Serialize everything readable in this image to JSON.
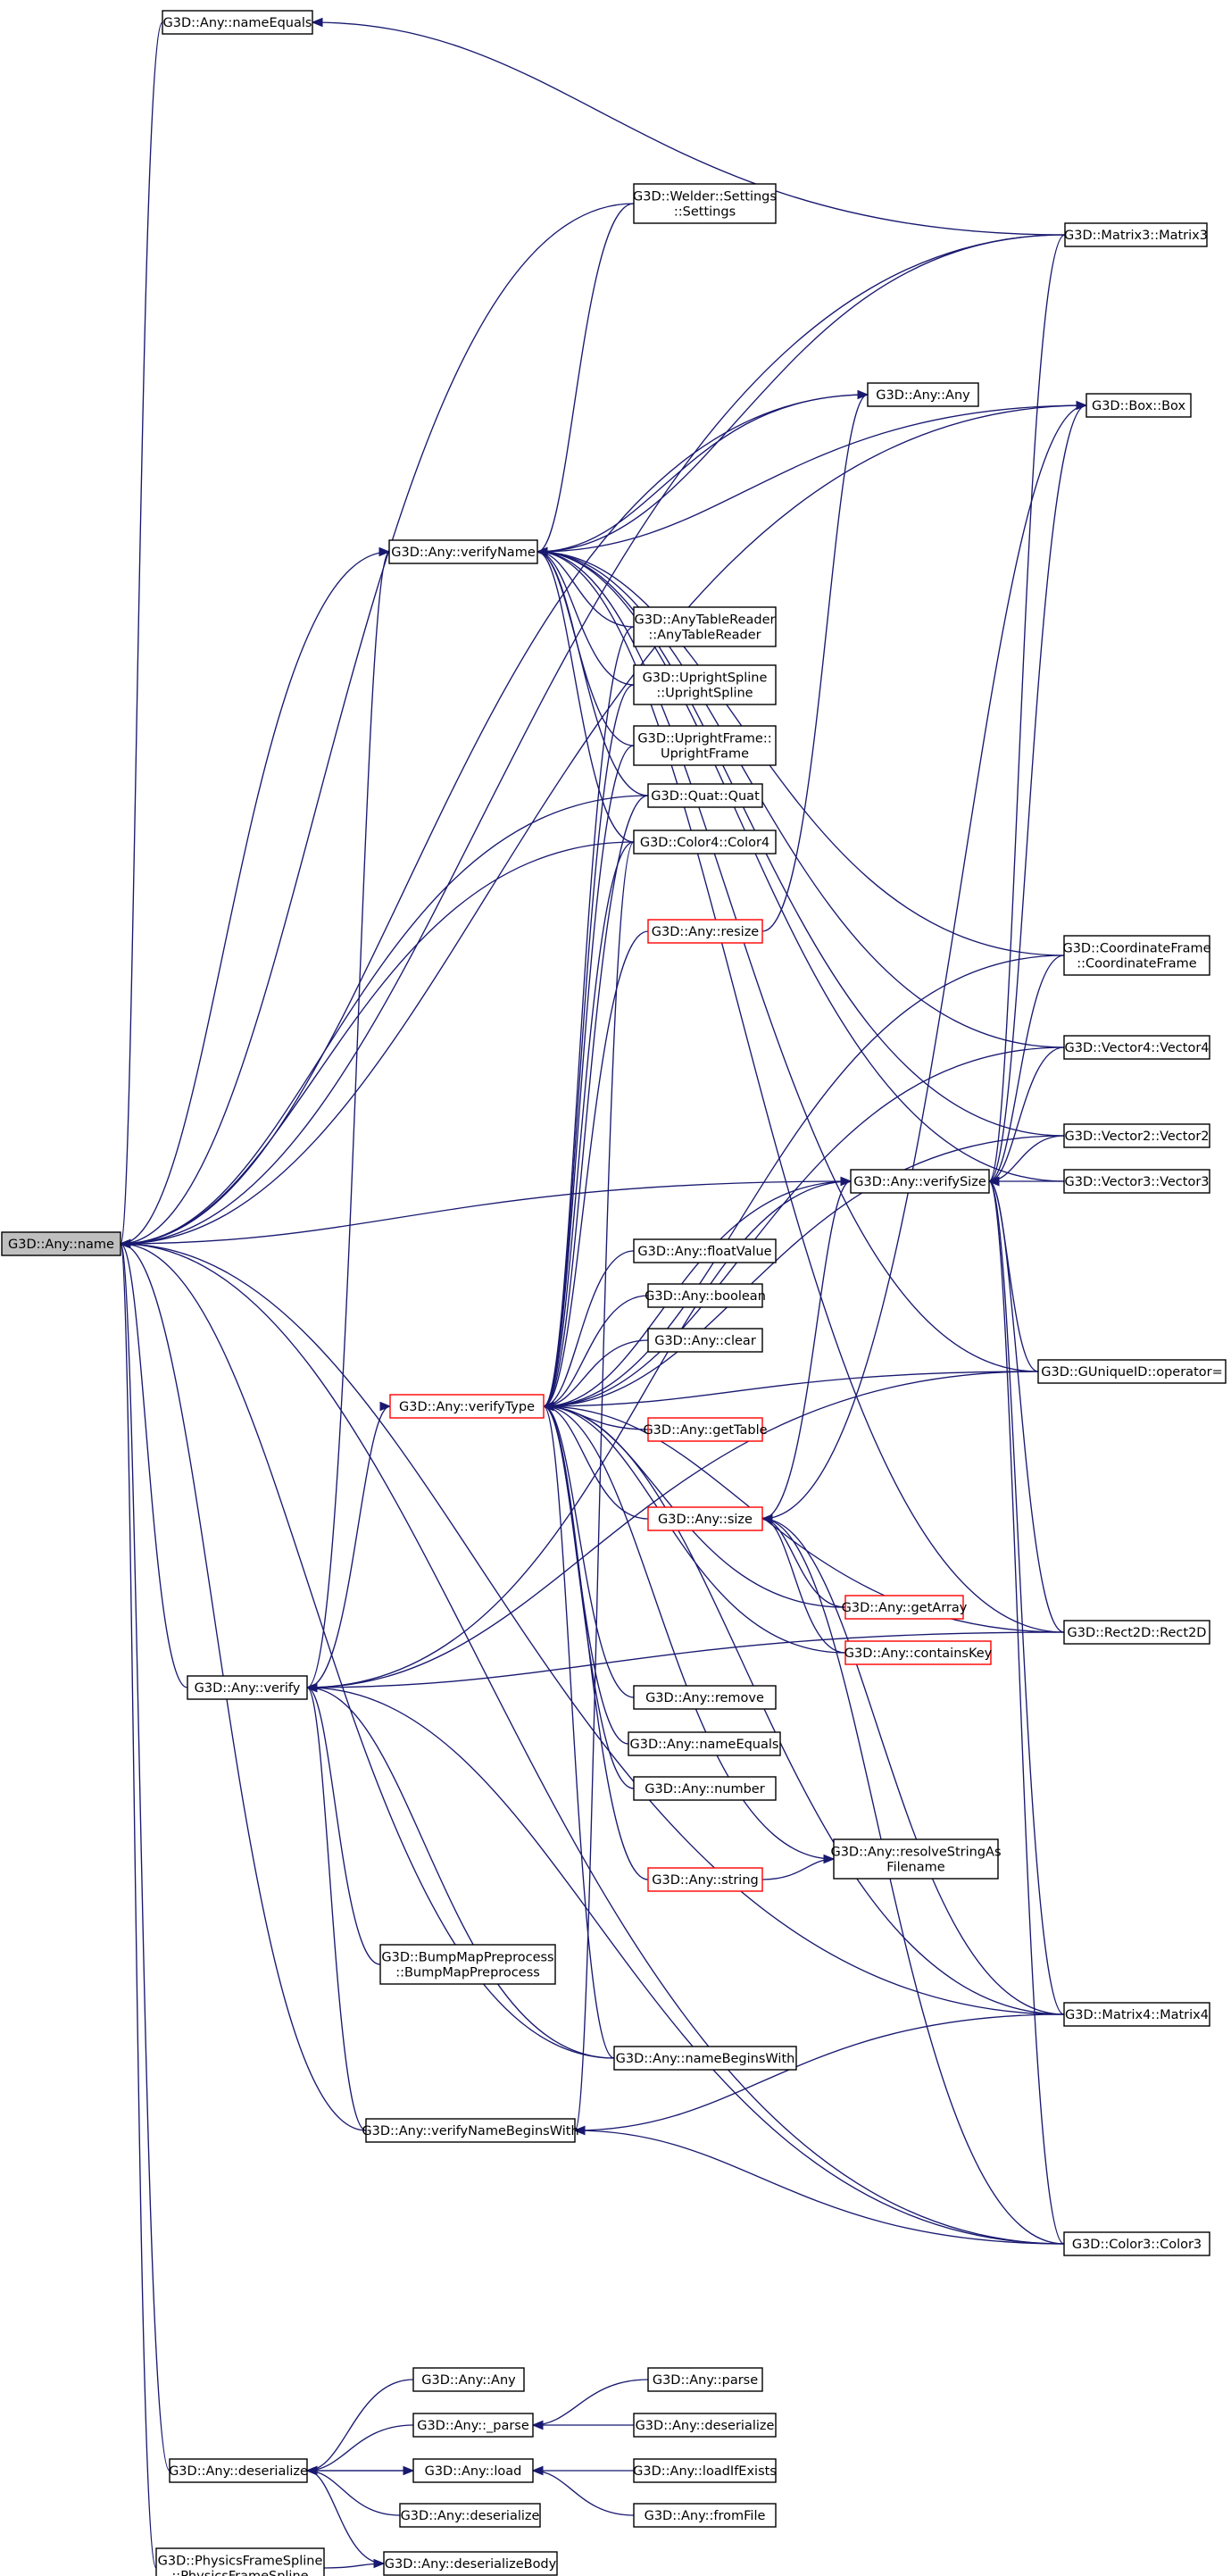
{
  "graph": {
    "edge_color": "#191970",
    "node_border_color": "#000000",
    "truncated_border_color": "#ff0000",
    "focus_fill": "#bfbfbf",
    "nodes": [
      {
        "id": "name",
        "lines": [
          "G3D::Any::name"
        ],
        "focus": true
      },
      {
        "id": "nameEquals_top",
        "lines": [
          "G3D::Any::nameEquals"
        ]
      },
      {
        "id": "welder",
        "lines": [
          "G3D::Welder::Settings",
          "::Settings"
        ]
      },
      {
        "id": "matrix3",
        "lines": [
          "G3D::Matrix3::Matrix3"
        ]
      },
      {
        "id": "anyany_top",
        "lines": [
          "G3D::Any::Any"
        ]
      },
      {
        "id": "box",
        "lines": [
          "G3D::Box::Box"
        ]
      },
      {
        "id": "verifyName",
        "lines": [
          "G3D::Any::verifyName"
        ]
      },
      {
        "id": "anyTableReader",
        "lines": [
          "G3D::AnyTableReader",
          "::AnyTableReader"
        ]
      },
      {
        "id": "uprightSpline",
        "lines": [
          "G3D::UprightSpline",
          "::UprightSpline"
        ]
      },
      {
        "id": "uprightFrame",
        "lines": [
          "G3D::UprightFrame::",
          "UprightFrame"
        ]
      },
      {
        "id": "quat",
        "lines": [
          "G3D::Quat::Quat"
        ]
      },
      {
        "id": "color4",
        "lines": [
          "G3D::Color4::Color4"
        ]
      },
      {
        "id": "resize",
        "lines": [
          "G3D::Any::resize"
        ],
        "truncated": true
      },
      {
        "id": "coordFrame",
        "lines": [
          "G3D::CoordinateFrame",
          "::CoordinateFrame"
        ]
      },
      {
        "id": "vector4",
        "lines": [
          "G3D::Vector4::Vector4"
        ]
      },
      {
        "id": "vector2",
        "lines": [
          "G3D::Vector2::Vector2"
        ]
      },
      {
        "id": "verifySize",
        "lines": [
          "G3D::Any::verifySize"
        ]
      },
      {
        "id": "vector3",
        "lines": [
          "G3D::Vector3::Vector3"
        ]
      },
      {
        "id": "floatValue",
        "lines": [
          "G3D::Any::floatValue"
        ]
      },
      {
        "id": "boolean",
        "lines": [
          "G3D::Any::boolean"
        ]
      },
      {
        "id": "clear",
        "lines": [
          "G3D::Any::clear"
        ]
      },
      {
        "id": "guniqueid",
        "lines": [
          "G3D::GUniqueID::operator="
        ]
      },
      {
        "id": "verifyType",
        "lines": [
          "G3D::Any::verifyType"
        ],
        "truncated": true
      },
      {
        "id": "getTable",
        "lines": [
          "G3D::Any::getTable"
        ],
        "truncated": true
      },
      {
        "id": "size",
        "lines": [
          "G3D::Any::size"
        ],
        "truncated": true
      },
      {
        "id": "getArray",
        "lines": [
          "G3D::Any::getArray"
        ],
        "truncated": true
      },
      {
        "id": "rect2d",
        "lines": [
          "G3D::Rect2D::Rect2D"
        ]
      },
      {
        "id": "containsKey",
        "lines": [
          "G3D::Any::containsKey"
        ],
        "truncated": true
      },
      {
        "id": "verify",
        "lines": [
          "G3D::Any::verify"
        ]
      },
      {
        "id": "remove",
        "lines": [
          "G3D::Any::remove"
        ]
      },
      {
        "id": "nameEquals_mid",
        "lines": [
          "G3D::Any::nameEquals"
        ]
      },
      {
        "id": "number",
        "lines": [
          "G3D::Any::number"
        ]
      },
      {
        "id": "resolveString",
        "lines": [
          "G3D::Any::resolveStringAs",
          "Filename"
        ]
      },
      {
        "id": "string",
        "lines": [
          "G3D::Any::string"
        ],
        "truncated": true
      },
      {
        "id": "bumpMap",
        "lines": [
          "G3D::BumpMapPreprocess",
          "::BumpMapPreprocess"
        ]
      },
      {
        "id": "matrix4",
        "lines": [
          "G3D::Matrix4::Matrix4"
        ]
      },
      {
        "id": "nameBeginsWith",
        "lines": [
          "G3D::Any::nameBeginsWith"
        ]
      },
      {
        "id": "verifyNameBeginsWith",
        "lines": [
          "G3D::Any::verifyNameBeginsWith"
        ]
      },
      {
        "id": "color3",
        "lines": [
          "G3D::Color3::Color3"
        ]
      },
      {
        "id": "anyany_bot",
        "lines": [
          "G3D::Any::Any"
        ]
      },
      {
        "id": "parse",
        "lines": [
          "G3D::Any::parse"
        ]
      },
      {
        "id": "_parse",
        "lines": [
          "G3D::Any::_parse"
        ]
      },
      {
        "id": "deserialize_r",
        "lines": [
          "G3D::Any::deserialize"
        ]
      },
      {
        "id": "deserialize",
        "lines": [
          "G3D::Any::deserialize"
        ]
      },
      {
        "id": "load",
        "lines": [
          "G3D::Any::load"
        ]
      },
      {
        "id": "loadIfExists",
        "lines": [
          "G3D::Any::loadIfExists"
        ]
      },
      {
        "id": "deserialize_b",
        "lines": [
          "G3D::Any::deserialize"
        ]
      },
      {
        "id": "fromFile",
        "lines": [
          "G3D::Any::fromFile"
        ]
      },
      {
        "id": "physics",
        "lines": [
          "G3D::PhysicsFrameSpline",
          "::PhysicsFrameSpline"
        ]
      },
      {
        "id": "deserializeBody",
        "lines": [
          "G3D::Any::deserializeBody"
        ]
      }
    ],
    "edges": [
      [
        "nameEquals_top",
        "name"
      ],
      [
        "welder",
        "name"
      ],
      [
        "matrix3",
        "name"
      ],
      [
        "anyany_top",
        "name"
      ],
      [
        "box",
        "name"
      ],
      [
        "verifyName",
        "name"
      ],
      [
        "quat",
        "name"
      ],
      [
        "color4",
        "name"
      ],
      [
        "verifySize",
        "name"
      ],
      [
        "verify",
        "name"
      ],
      [
        "matrix4",
        "name"
      ],
      [
        "nameBeginsWith",
        "name"
      ],
      [
        "verifyNameBeginsWith",
        "name"
      ],
      [
        "color3",
        "name"
      ],
      [
        "deserialize",
        "name"
      ],
      [
        "physics",
        "name"
      ],
      [
        "matrix3",
        "nameEquals_top"
      ],
      [
        "welder",
        "verifyName"
      ],
      [
        "matrix3",
        "verifyName"
      ],
      [
        "anyany_top",
        "verifyName"
      ],
      [
        "box",
        "verifyName"
      ],
      [
        "anyTableReader",
        "verifyName"
      ],
      [
        "uprightSpline",
        "verifyName"
      ],
      [
        "uprightFrame",
        "verifyName"
      ],
      [
        "quat",
        "verifyName"
      ],
      [
        "color4",
        "verifyName"
      ],
      [
        "coordFrame",
        "verifyName"
      ],
      [
        "vector4",
        "verifyName"
      ],
      [
        "vector2",
        "verifyName"
      ],
      [
        "vector3",
        "verifyName"
      ],
      [
        "guniqueid",
        "verifyName"
      ],
      [
        "rect2d",
        "verifyName"
      ],
      [
        "verify",
        "verifyName"
      ],
      [
        "anyTableReader",
        "verifyType"
      ],
      [
        "uprightSpline",
        "verifyType"
      ],
      [
        "uprightFrame",
        "verifyType"
      ],
      [
        "quat",
        "verifyType"
      ],
      [
        "color4",
        "verifyType"
      ],
      [
        "resize",
        "verifyType"
      ],
      [
        "coordFrame",
        "verifyType"
      ],
      [
        "vector4",
        "verifyType"
      ],
      [
        "vector2",
        "verifyType"
      ],
      [
        "verifySize",
        "verifyType"
      ],
      [
        "floatValue",
        "verifyType"
      ],
      [
        "boolean",
        "verifyType"
      ],
      [
        "clear",
        "verifyType"
      ],
      [
        "guniqueid",
        "verifyType"
      ],
      [
        "getTable",
        "verifyType"
      ],
      [
        "size",
        "verifyType"
      ],
      [
        "getArray",
        "verifyType"
      ],
      [
        "containsKey",
        "verifyType"
      ],
      [
        "remove",
        "verifyType"
      ],
      [
        "nameEquals_mid",
        "verifyType"
      ],
      [
        "number",
        "verifyType"
      ],
      [
        "resolveString",
        "verifyType"
      ],
      [
        "string",
        "verifyType"
      ],
      [
        "rect2d",
        "verifyType"
      ],
      [
        "matrix4",
        "verifyType"
      ],
      [
        "nameBeginsWith",
        "verifyType"
      ],
      [
        "verify",
        "verifyType"
      ],
      [
        "resize",
        "anyany_top"
      ],
      [
        "string",
        "resolveString"
      ],
      [
        "matrix3",
        "verifySize"
      ],
      [
        "box",
        "verifySize"
      ],
      [
        "coordFrame",
        "verifySize"
      ],
      [
        "vector4",
        "verifySize"
      ],
      [
        "vector2",
        "verifySize"
      ],
      [
        "vector3",
        "verifySize"
      ],
      [
        "guniqueid",
        "verifySize"
      ],
      [
        "rect2d",
        "verifySize"
      ],
      [
        "matrix4",
        "verifySize"
      ],
      [
        "color3",
        "verifySize"
      ],
      [
        "size",
        "verifySize"
      ],
      [
        "verify",
        "verifySize"
      ],
      [
        "getArray",
        "size"
      ],
      [
        "containsKey",
        "size"
      ],
      [
        "matrix4",
        "size"
      ],
      [
        "color3",
        "size"
      ],
      [
        "size",
        "box"
      ],
      [
        "bumpMap",
        "verify"
      ],
      [
        "nameBeginsWith",
        "verify"
      ],
      [
        "verifyNameBeginsWith",
        "verify"
      ],
      [
        "rect2d",
        "verify"
      ],
      [
        "color3",
        "verify"
      ],
      [
        "guniqueid",
        "verify"
      ],
      [
        "matrix4",
        "verifyNameBeginsWith"
      ],
      [
        "color3",
        "verifyNameBeginsWith"
      ],
      [
        "color4",
        "verifyNameBeginsWith"
      ],
      [
        "anyany_bot",
        "deserialize"
      ],
      [
        "_parse",
        "deserialize"
      ],
      [
        "load",
        "deserialize"
      ],
      [
        "deserialize_b",
        "deserialize"
      ],
      [
        "deserializeBody",
        "deserialize"
      ],
      [
        "parse",
        "_parse"
      ],
      [
        "deserialize_r",
        "_parse"
      ],
      [
        "deserialize",
        "load"
      ],
      [
        "loadIfExists",
        "load"
      ],
      [
        "fromFile",
        "load"
      ],
      [
        "physics",
        "deserializeBody"
      ]
    ]
  }
}
